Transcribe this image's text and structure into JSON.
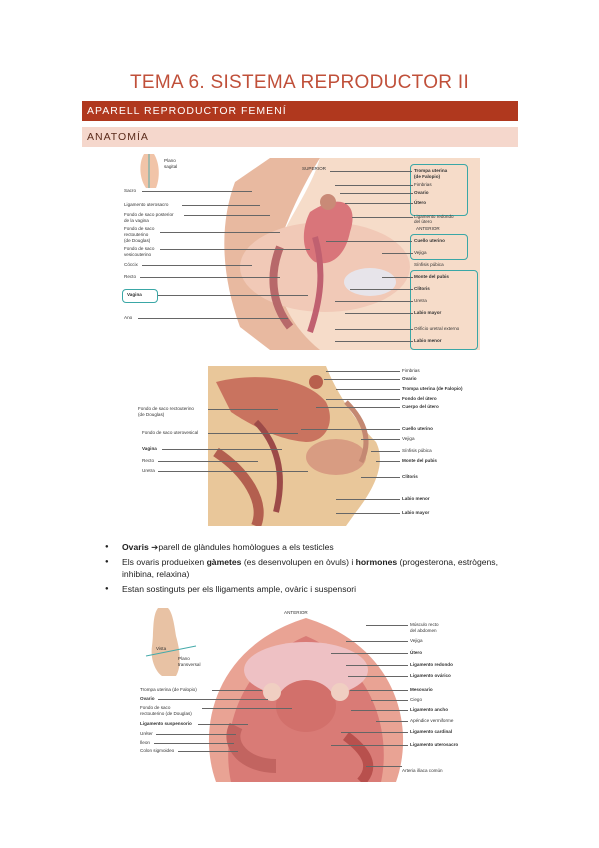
{
  "title": "TEMA 6. SISTEMA REPRODUCTOR II",
  "section": "APARELL REPRODUCTOR FEMENÍ",
  "subsection": "ANATOMÍA",
  "fig1": {
    "inset": [
      "Plano",
      "sagital"
    ],
    "superior": "SUPERIOR",
    "anterior": "ANTERIOR",
    "left": [
      "Sacro",
      "Ligamento uterosacro",
      "Fondo de saco posterior",
      "de la vagina",
      "Fondo de saco",
      "rectouterino",
      "(de Douglas)",
      "Fondo de saco",
      "vesicouterino",
      "Cóccix",
      "Recto",
      "Vagina",
      "Ano"
    ],
    "right": [
      "Trompa uterina",
      "(de Falopio)",
      "Fimbrias",
      "Ovario",
      "Útero",
      "Ligamento redondo",
      "del útero",
      "Cuello uterino",
      "Vejiga",
      "Sínfisis púbica",
      "Monte del pubis",
      "Clítoris",
      "Uretra",
      "Labio mayor",
      "Orificio uretral externo",
      "Labio menor"
    ]
  },
  "fig2": {
    "left": [
      "Fondo de saco rectouterino",
      "(de Douglas)",
      "Fondo de saco uterovesical",
      "Vagina",
      "Recto",
      "Uretra"
    ],
    "right": [
      "Fimbrias",
      "Ovario",
      "Trompa uterina (de Falopio)",
      "Fondo del útero",
      "Cuerpo del útero",
      "Cuello uterino",
      "Vejiga",
      "Sínfisis púbica",
      "Monte del pubis",
      "Clítoris",
      "Labio menor",
      "Labio mayor"
    ]
  },
  "bullets": [
    {
      "b": "Ovaris",
      "t": " ➔parell de glàndules homòlogues a els testicles"
    },
    {
      "pre": "Els ovaris produeixen ",
      "b": "gàmetes",
      "mid": " (es desenvolupen en òvuls) i ",
      "b2": "hormones",
      "t": " (progesterona, estrògens, inhibina, relaxina)"
    },
    {
      "t": "Estan sostinguts per els lligaments ample, ovàric i suspensori"
    }
  ],
  "fig3": {
    "anterior": "ANTERIOR",
    "inset": [
      "Vista",
      "Plano",
      "transversal"
    ],
    "left": [
      "Trompa uterina (de Falopio)",
      "Ovario",
      "Fondo de saco",
      "rectouterino (de Douglas)",
      "Ligamento suspensorio",
      "Uréter",
      "Íleon",
      "Colon sigmoideo"
    ],
    "right": [
      "Músculo recto",
      "del abdomen",
      "Vejiga",
      "Útero",
      "Ligamento redondo",
      "Ligamento ovárico",
      "Mesovario",
      "Ciego",
      "Ligamento ancho",
      "Apéndice vermiforme",
      "Ligamento cardinal",
      "Ligamento uterosacro",
      "Arteria ilíaca común"
    ]
  }
}
